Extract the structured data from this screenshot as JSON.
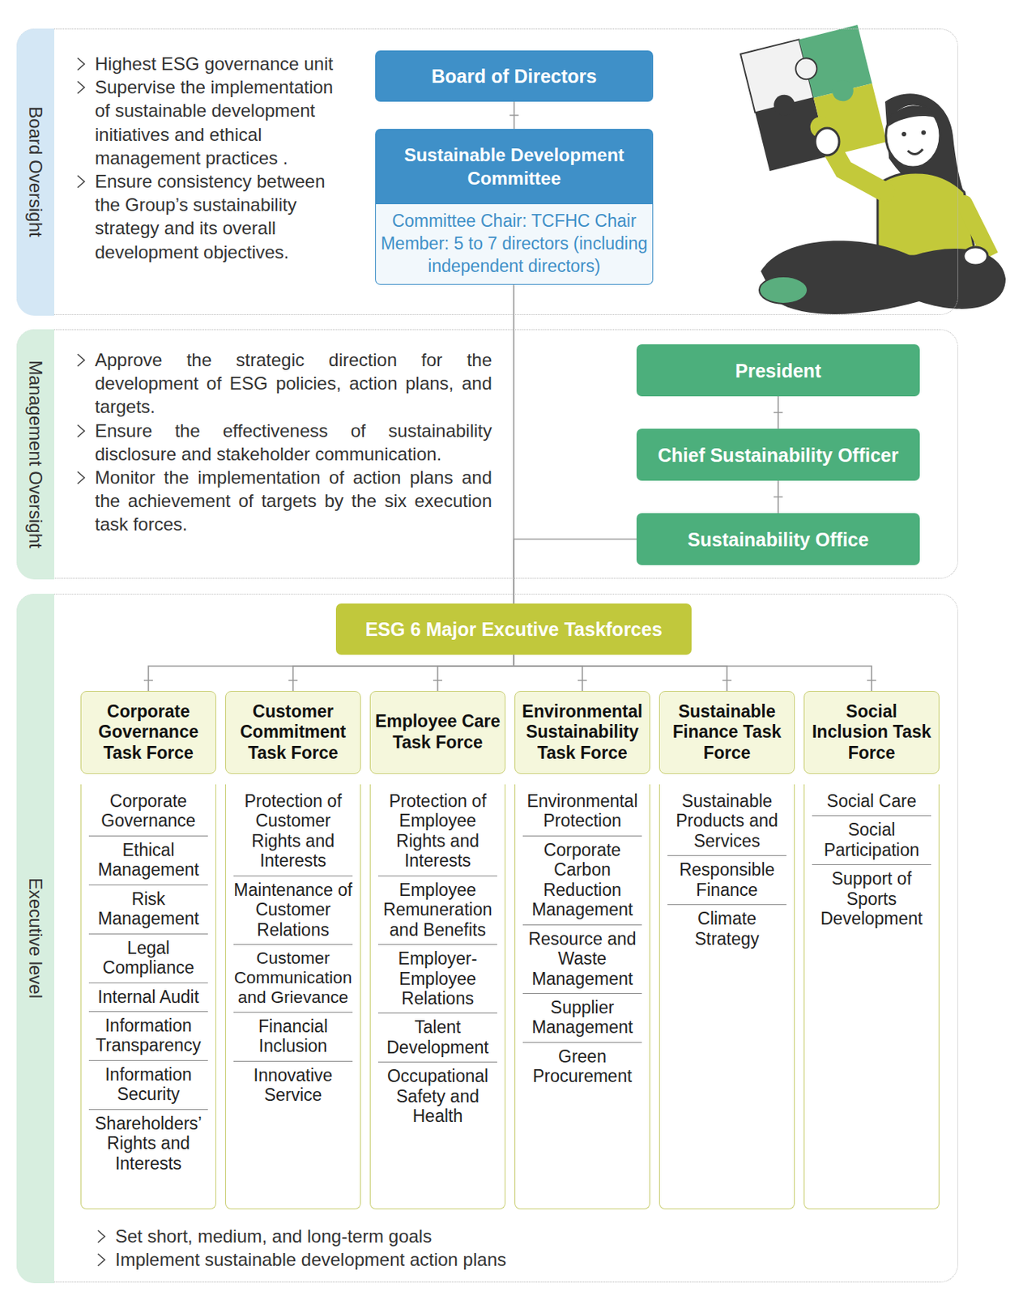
{
  "diagram": {
    "nodes": [
      {
        "text": [
          "Board Oversight",
          "Highest ESG governance unit",
          "Supervise the implementation of sustainable development initiatives and ethical management practices .",
          "Ensure consistency between the Group’s sustainability strategy and its overall development objectives."
        ]
      },
      {
        "text": [
          "Board of Directors"
        ],
        "in": 0
      },
      {
        "text": [
          "Sustainable Development Committee",
          "Committee Chair: TCFHC Chair Member: 5 to 7 directors (including independent directors)"
        ],
        "in": 0
      },
      {
        "text": [
          "Management Oversight",
          "Approve the strategic direction for the development of ESG policies, action plans, and targets.",
          "Ensure the effectiveness of sustainability disclosure and stakeholder communication.",
          "Monitor the implementation of action plans and the achievement of targets by the six execution task forces."
        ]
      },
      {
        "text": [
          "President"
        ],
        "in": 3
      },
      {
        "text": [
          "Chief Sustainability Officer"
        ],
        "in": 3
      },
      {
        "text": [
          "Sustainability Office"
        ],
        "in": 3
      },
      {
        "text": [
          "Executive level",
          "Set short, medium, and long-term goals",
          "Implement sustainable development action plans"
        ]
      },
      {
        "text": [
          "ESG 6 Major Excutive Taskforces"
        ],
        "in": 7
      },
      {
        "text": [
          "Corporate Governance Task Force"
        ],
        "in": 7
      },
      {
        "text": [
          "Customer Commitment Task Force"
        ],
        "in": 7
      },
      {
        "text": [
          "Employee Care Task Force"
        ],
        "in": 7
      },
      {
        "text": [
          "Environmental Sustainability Task Force"
        ],
        "in": 7
      },
      {
        "text": [
          "Sustainable Finance Task Force"
        ],
        "in": 7
      },
      {
        "text": [
          "Social Inclusion Task Force"
        ],
        "in": 7
      },
      {
        "text": [
          "Corporate Governance",
          "Ethical Management",
          "Risk Management",
          "Legal Compliance",
          "Internal Audit",
          "Information Transparency",
          "Information Security",
          "Shareholders’ Rights and Interests"
        ],
        "in": 7
      },
      {
        "text": [
          "Protection of Customer Rights and Interests",
          "Maintenance of Customer Relations",
          "Customer Communication and Grievance",
          "Financial Inclusion",
          "Innovative Service"
        ],
        "in": 7
      },
      {
        "text": [
          "Protection of Employee Rights and Interests",
          "Employee Remuneration and Benefits",
          "Employer-Employee Relations",
          "Talent Development",
          "Occupational Safety and Health"
        ],
        "in": 7
      },
      {
        "text": [
          "Environmental Protection",
          "Corporate Carbon Reduction Management",
          "Resource and Waste Management",
          "Supplier Management",
          "Green Procurement"
        ],
        "in": 7
      },
      {
        "text": [
          "Sustainable Products and Services",
          "Responsible Finance",
          "Climate Strategy"
        ],
        "in": 7
      },
      {
        "text": [
          "Social Care",
          "Social Participation",
          "Support of Sports Development"
        ],
        "in": 7
      }
    ],
    "edges": [
      {
        "from": 1,
        "to": 2,
        "arrow": "none"
      },
      {
        "from": 4,
        "to": 5,
        "arrow": "none"
      },
      {
        "from": 5,
        "to": 6,
        "arrow": "none"
      },
      {
        "from": 2,
        "to": 8,
        "arrow": "none"
      },
      {
        "from": 6,
        "to": 8,
        "arrow": "none"
      },
      {
        "from": 8,
        "to": 9,
        "arrow": "none"
      },
      {
        "from": 8,
        "to": 10,
        "arrow": "none"
      },
      {
        "from": 8,
        "to": 11,
        "arrow": "none"
      },
      {
        "from": 8,
        "to": 12,
        "arrow": "none"
      },
      {
        "from": 8,
        "to": 13,
        "arrow": "none"
      },
      {
        "from": 8,
        "to": 14,
        "arrow": "none"
      }
    ]
  }
}
